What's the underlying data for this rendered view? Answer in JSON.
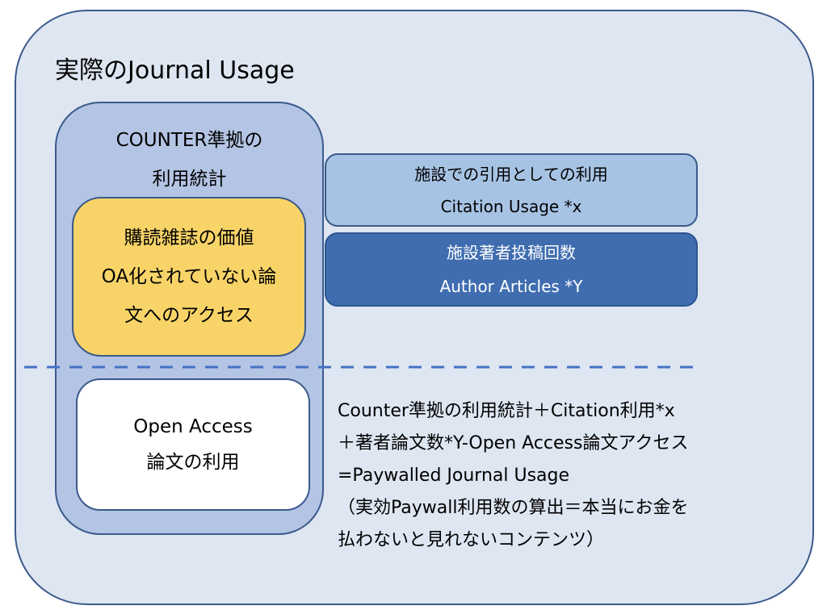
{
  "outer_box": {
    "title": "実際のJournal Usage",
    "fill": "#dee6f2",
    "border": "#3a5a8c"
  },
  "counter_box": {
    "lines": [
      "COUNTER準拠の",
      "利用統計"
    ],
    "fill": "#b4c4e4"
  },
  "subscribed_box": {
    "lines": [
      "購読雑誌の価値",
      "OA化されていない論",
      "文へのアクセス"
    ],
    "fill": "#f8d468"
  },
  "open_access_box": {
    "lines": [
      "Open Access",
      "論文の利用"
    ],
    "fill": "#ffffff"
  },
  "citation_box": {
    "lines": [
      "施設での引用としての利用",
      "Citation Usage *x"
    ],
    "fill": "#a7c3e4"
  },
  "author_box": {
    "lines": [
      "施設著者投稿回数",
      "Author Articles *Y"
    ],
    "fill": "#3f6db0",
    "text_color": "#ffffff"
  },
  "divider": {
    "style": "dashed",
    "color": "#4472c4"
  },
  "formula": {
    "lines": [
      "Counter準拠の利用統計＋Citation利用*x",
      "＋著者論文数*Y-Open Access論文アクセス",
      "=Paywalled Journal Usage",
      "（実効Paywall利用数の算出＝本当にお金を",
      "払わないと見れないコンテンツ）"
    ]
  }
}
